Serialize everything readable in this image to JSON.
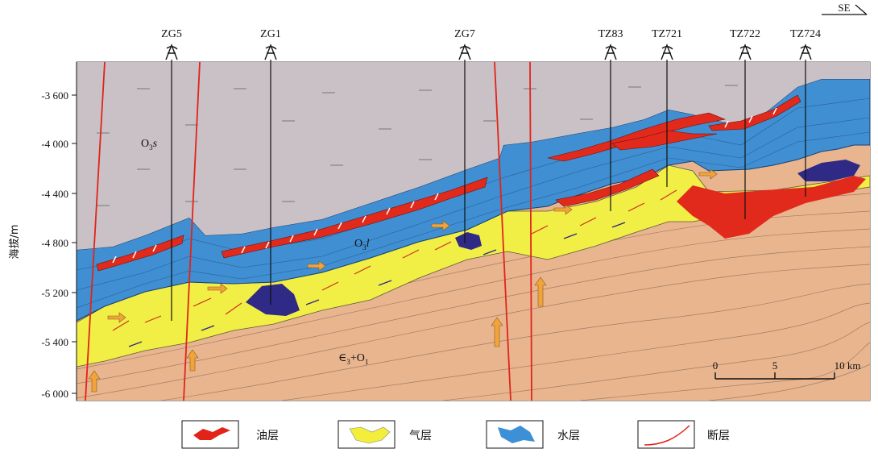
{
  "orientation": {
    "label": "SE"
  },
  "y_axis": {
    "title": "海拔/m",
    "ticks": [
      "-3 600",
      "-4 000",
      "-4 400",
      "-4 800",
      "-5 200",
      "-5 400",
      "-6 000"
    ]
  },
  "wells": [
    {
      "name": "ZG5"
    },
    {
      "name": "ZG1"
    },
    {
      "name": "ZG7"
    },
    {
      "name": "TZ83"
    },
    {
      "name": "TZ721"
    },
    {
      "name": "TZ722"
    },
    {
      "name": "TZ724"
    }
  ],
  "formations": {
    "upper": {
      "base": "O",
      "sub": "3",
      "suffix": "s"
    },
    "middle": {
      "base": "O",
      "sub": "3",
      "suffix": "l"
    },
    "lower": {
      "text": "∈",
      "sub": "3",
      "suffix": "+O",
      "sub2": "1"
    }
  },
  "scale_bar": {
    "ticks": [
      "0",
      "5",
      "10 km"
    ]
  },
  "legend": [
    {
      "label": "油层",
      "color": "#e2231a"
    },
    {
      "label": "气层",
      "color": "#f2ee3a"
    },
    {
      "label": "水层",
      "color": "#3d8fd6"
    },
    {
      "label": "断层",
      "color": "#e2231a"
    }
  ],
  "colors": {
    "upper_unit": "#c9c1c6",
    "limestone": "#3f8fd2",
    "gas_zone": "#f1ee45",
    "basement": "#e8b58f",
    "oil": "#e12a1c",
    "water_pocket": "#2e2a86",
    "fault": "#e2231a"
  }
}
